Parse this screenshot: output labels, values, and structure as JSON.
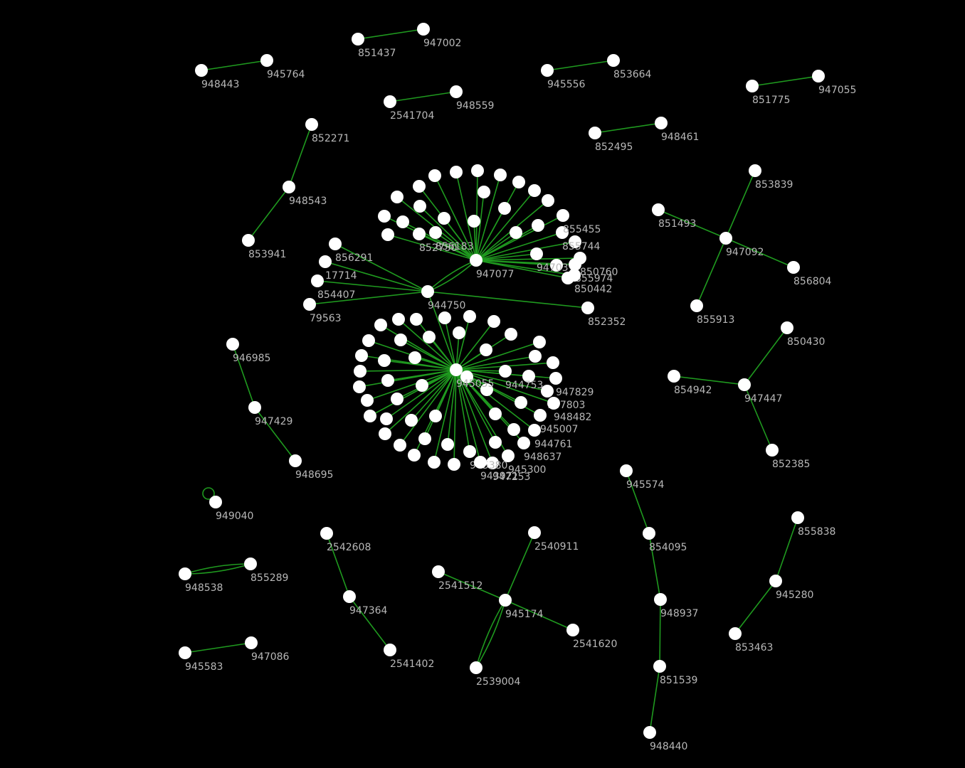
{
  "colors": {
    "background": "#000000",
    "edge": "#1f9a1f",
    "node": "#ffffff",
    "label": "#b8b8b8"
  },
  "nodes": [
    {
      "id": "851437"
    },
    {
      "id": "947002"
    },
    {
      "id": "948443"
    },
    {
      "id": "945764"
    },
    {
      "id": "945556"
    },
    {
      "id": "853664"
    },
    {
      "id": "851775"
    },
    {
      "id": "947055"
    },
    {
      "id": "2541704"
    },
    {
      "id": "948559"
    },
    {
      "id": "852495"
    },
    {
      "id": "948461"
    },
    {
      "id": "852271"
    },
    {
      "id": "948543"
    },
    {
      "id": "853941"
    },
    {
      "id": "853839"
    },
    {
      "id": "851493"
    },
    {
      "id": "947092"
    },
    {
      "id": "856804"
    },
    {
      "id": "855913"
    },
    {
      "id": "947077"
    },
    {
      "id": "944750"
    },
    {
      "id": "856291"
    },
    {
      "id": "17714"
    },
    {
      "id": "854407"
    },
    {
      "id": "79563"
    },
    {
      "id": "852352"
    },
    {
      "id": "852750"
    },
    {
      "id": "856183"
    },
    {
      "id": "855744"
    },
    {
      "id": "855455"
    },
    {
      "id": "947037"
    },
    {
      "id": "850760"
    },
    {
      "id": "855974"
    },
    {
      "id": "850442"
    },
    {
      "id": "945055"
    },
    {
      "id": "944753"
    },
    {
      "id": "947829"
    },
    {
      "id": "947803"
    },
    {
      "id": "948482"
    },
    {
      "id": "945007"
    },
    {
      "id": "944761"
    },
    {
      "id": "948637"
    },
    {
      "id": "945300"
    },
    {
      "id": "947253"
    },
    {
      "id": "945380"
    },
    {
      "id": "943921"
    },
    {
      "id": "850430"
    },
    {
      "id": "854942"
    },
    {
      "id": "947447"
    },
    {
      "id": "852385"
    },
    {
      "id": "946985"
    },
    {
      "id": "947429"
    },
    {
      "id": "948695"
    },
    {
      "id": "949040"
    },
    {
      "id": "948538"
    },
    {
      "id": "855289"
    },
    {
      "id": "945583"
    },
    {
      "id": "947086"
    },
    {
      "id": "2542608"
    },
    {
      "id": "947364"
    },
    {
      "id": "2541402"
    },
    {
      "id": "2541512"
    },
    {
      "id": "2540911"
    },
    {
      "id": "945174"
    },
    {
      "id": "2541620"
    },
    {
      "id": "2539004"
    },
    {
      "id": "945574"
    },
    {
      "id": "854095"
    },
    {
      "id": "948937"
    },
    {
      "id": "851539"
    },
    {
      "id": "948440"
    },
    {
      "id": "855838"
    },
    {
      "id": "945280"
    },
    {
      "id": "853463"
    }
  ],
  "edges": [
    [
      "851437",
      "947002"
    ],
    [
      "948443",
      "945764"
    ],
    [
      "945556",
      "853664"
    ],
    [
      "851775",
      "947055"
    ],
    [
      "2541704",
      "948559"
    ],
    [
      "852495",
      "948461"
    ],
    [
      "852271",
      "948543"
    ],
    [
      "948543",
      "853941"
    ],
    [
      "853839",
      "947092"
    ],
    [
      "851493",
      "947092"
    ],
    [
      "947092",
      "856804"
    ],
    [
      "947092",
      "855913"
    ],
    [
      "947077",
      "944750"
    ],
    [
      "856291",
      "944750"
    ],
    [
      "17714",
      "944750"
    ],
    [
      "854407",
      "944750"
    ],
    [
      "79563",
      "944750"
    ],
    [
      "944750",
      "852352"
    ],
    [
      "944750",
      "945055"
    ],
    [
      "852750",
      "947077"
    ],
    [
      "856183",
      "947077"
    ],
    [
      "855744",
      "947077"
    ],
    [
      "855455",
      "947077"
    ],
    [
      "947037",
      "947077"
    ],
    [
      "850760",
      "947077"
    ],
    [
      "855974",
      "947077"
    ],
    [
      "850442",
      "947077"
    ],
    [
      "945055",
      "944753"
    ],
    [
      "945055",
      "947829"
    ],
    [
      "945055",
      "947803"
    ],
    [
      "945055",
      "948482"
    ],
    [
      "945055",
      "945007"
    ],
    [
      "945055",
      "944761"
    ],
    [
      "945055",
      "948637"
    ],
    [
      "945055",
      "945300"
    ],
    [
      "945055",
      "947253"
    ],
    [
      "945055",
      "945380"
    ],
    [
      "945055",
      "943921"
    ],
    [
      "850430",
      "947447"
    ],
    [
      "854942",
      "947447"
    ],
    [
      "947447",
      "852385"
    ],
    [
      "946985",
      "947429"
    ],
    [
      "947429",
      "948695"
    ],
    [
      "949040",
      "949040"
    ],
    [
      "948538",
      "855289"
    ],
    [
      "945583",
      "947086"
    ],
    [
      "2542608",
      "947364"
    ],
    [
      "947364",
      "2541402"
    ],
    [
      "2541512",
      "945174"
    ],
    [
      "2540911",
      "945174"
    ],
    [
      "945174",
      "2541620"
    ],
    [
      "945174",
      "2539004"
    ],
    [
      "945574",
      "854095"
    ],
    [
      "854095",
      "948937"
    ],
    [
      "948937",
      "851539"
    ],
    [
      "851539",
      "948440"
    ],
    [
      "855838",
      "945280"
    ],
    [
      "945280",
      "853463"
    ]
  ]
}
